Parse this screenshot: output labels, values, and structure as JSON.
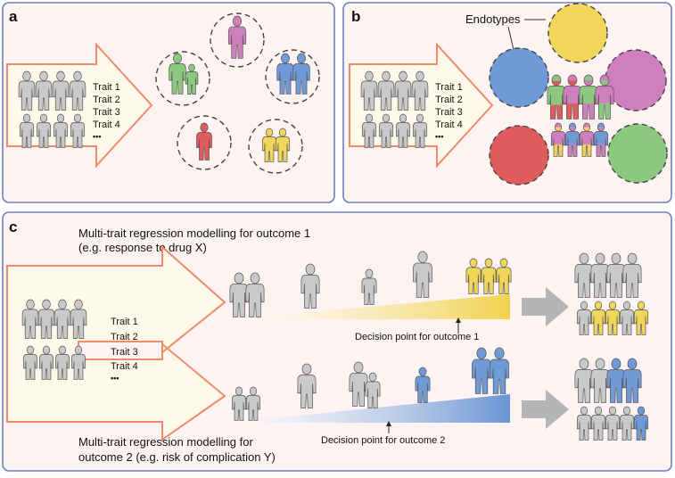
{
  "panels": {
    "a": {
      "letter": "a",
      "traits": [
        "Trait 1",
        "Trait 2",
        "Trait 3",
        "Trait 4"
      ],
      "ellipsis": "•••"
    },
    "b": {
      "letter": "b",
      "traits": [
        "Trait 1",
        "Trait 2",
        "Trait 3",
        "Trait 4"
      ],
      "ellipsis": "•••",
      "endotypes_label": "Endotypes"
    },
    "c": {
      "letter": "c",
      "traits": [
        "Trait 1",
        "Trait 2",
        "Trait 3",
        "Trait 4"
      ],
      "ellipsis": "•••",
      "outcome1_title_line1": "Multi-trait regression modelling for outcome 1",
      "outcome1_title_line2": "(e.g. response to drug X)",
      "decision1": "Decision point for outcome 1",
      "outcome2_title_line1": "Multi-trait regression modelling for",
      "outcome2_title_line2": "outcome 2 (e.g. risk of complication Y)",
      "decision2": "Decision point for outcome 2"
    }
  },
  "colors": {
    "panel_border": "#6f7fc4",
    "panel_bg": "#fdf3f3",
    "arrow_stroke": "#f28a6c",
    "arrow_fill": "#fefaea",
    "person_grey": "#c9c9c9",
    "green": "#8cc97f",
    "pink": "#cf7fbd",
    "blue": "#6f9ad6",
    "yellow": "#f1d65c",
    "red": "#e05c5c",
    "gray_arrow": "#b5b5b5"
  }
}
